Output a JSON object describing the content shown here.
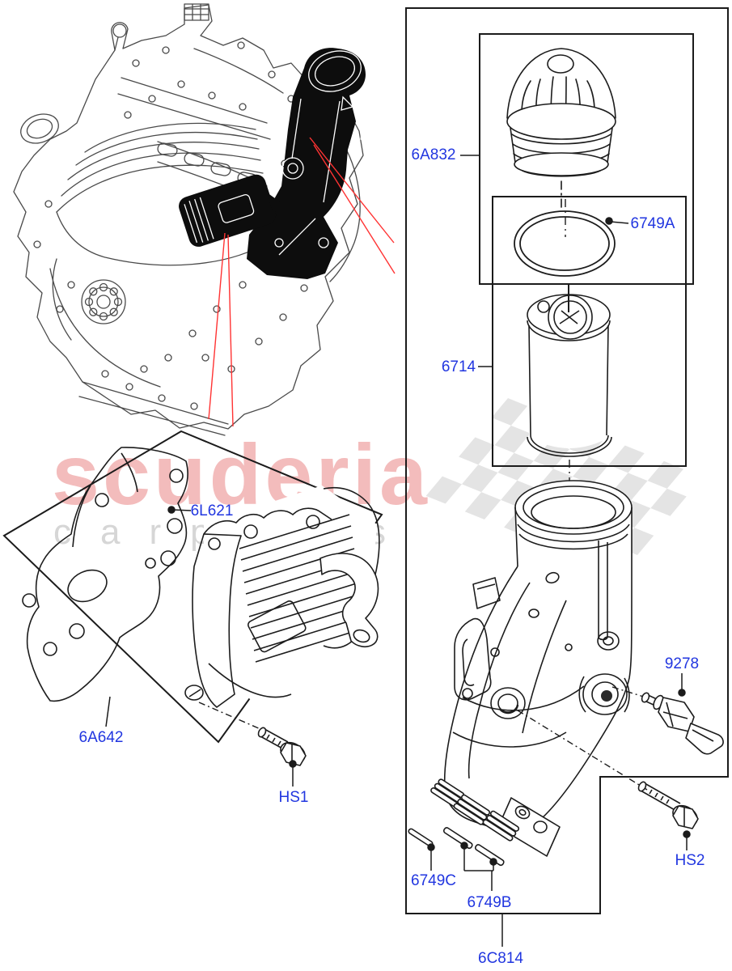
{
  "watermark": {
    "brand": "scuderia",
    "letters": "carparts"
  },
  "labels": {
    "cap": "6A832",
    "oring": "6749A",
    "filter": "6714",
    "gasket": "6L621",
    "cooler": "6A642",
    "hs1": "HS1",
    "sensor": "9278",
    "hs2": "HS2",
    "seal_c": "6749C",
    "seal_b": "6749B",
    "housing": "6C814"
  },
  "colors": {
    "label_blue": "#2136e0",
    "leader_red": "#ff3333",
    "line_art": "#4a4a4a",
    "part_black": "#0d0d0d",
    "watermark_pink": "#f3bcbc",
    "watermark_gray": "#d6d6d6",
    "flag_gray": "#e4e4e4"
  }
}
